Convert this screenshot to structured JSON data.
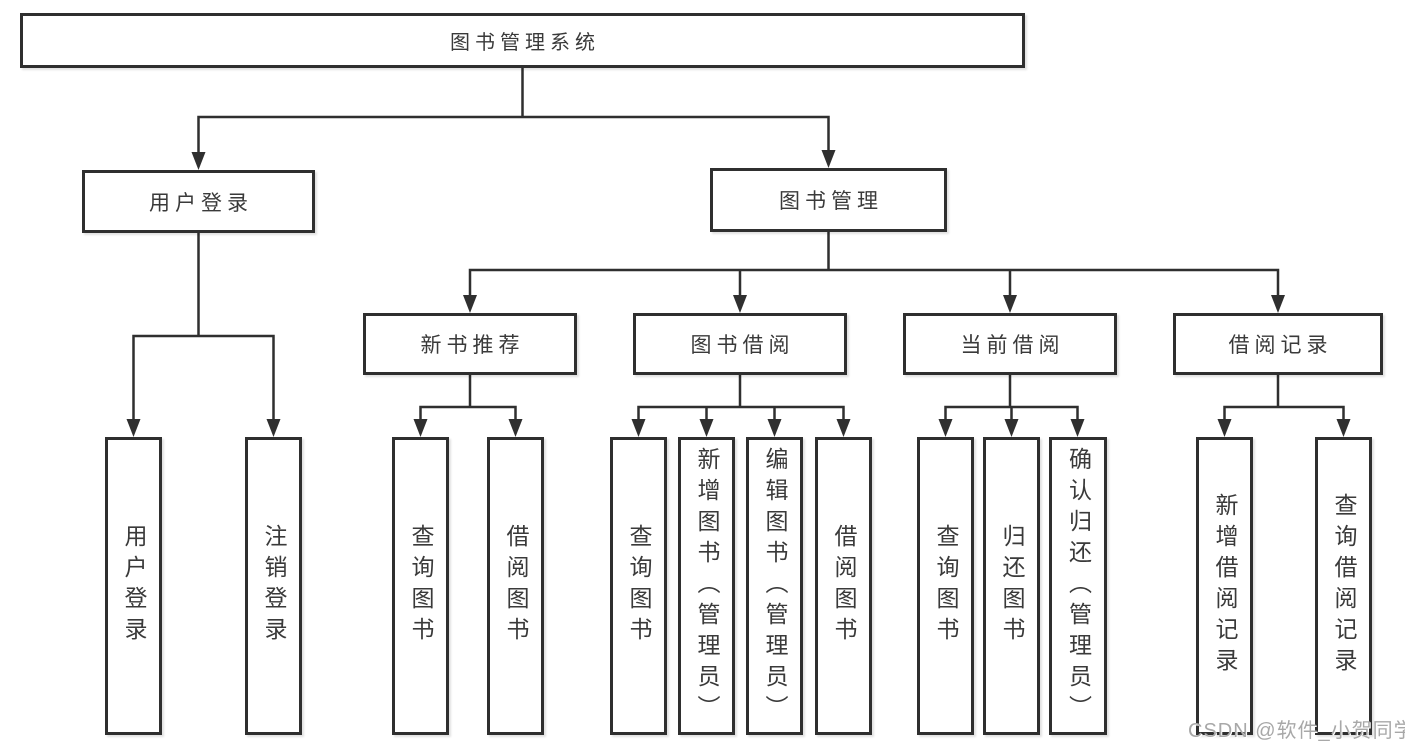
{
  "nodes": {
    "root": "图书管理系统",
    "level2": [
      {
        "label": "用户登录"
      },
      {
        "label": "图书管理"
      }
    ],
    "level3": [
      {
        "label": "新书推荐",
        "parent": "图书管理"
      },
      {
        "label": "图书借阅",
        "parent": "图书管理"
      },
      {
        "label": "当前借阅",
        "parent": "图书管理"
      },
      {
        "label": "借阅记录",
        "parent": "图书管理"
      }
    ],
    "leaves": [
      {
        "label": "用户登录",
        "parent": "用户登录"
      },
      {
        "label": "注销登录",
        "parent": "用户登录"
      },
      {
        "label": "查询图书",
        "parent": "新书推荐"
      },
      {
        "label": "借阅图书",
        "parent": "新书推荐"
      },
      {
        "label": "查询图书",
        "parent": "图书借阅"
      },
      {
        "label": "新增图书（管理员）",
        "parent": "图书借阅"
      },
      {
        "label": "编辑图书（管理员）",
        "parent": "图书借阅"
      },
      {
        "label": "借阅图书",
        "parent": "图书借阅"
      },
      {
        "label": "查询图书",
        "parent": "当前借阅"
      },
      {
        "label": "归还图书",
        "parent": "当前借阅"
      },
      {
        "label": "确认归还（管理员）",
        "parent": "当前借阅"
      },
      {
        "label": "新增借阅记录",
        "parent": "借阅记录"
      },
      {
        "label": "查询借阅记录",
        "parent": "借阅记录"
      }
    ]
  },
  "watermark": "CSDN @软件_小贺同学",
  "colors": {
    "line": "#2f2f2f",
    "text": "#3a3a3a",
    "watermark": "#a8a8a8",
    "background": "#ffffff"
  }
}
